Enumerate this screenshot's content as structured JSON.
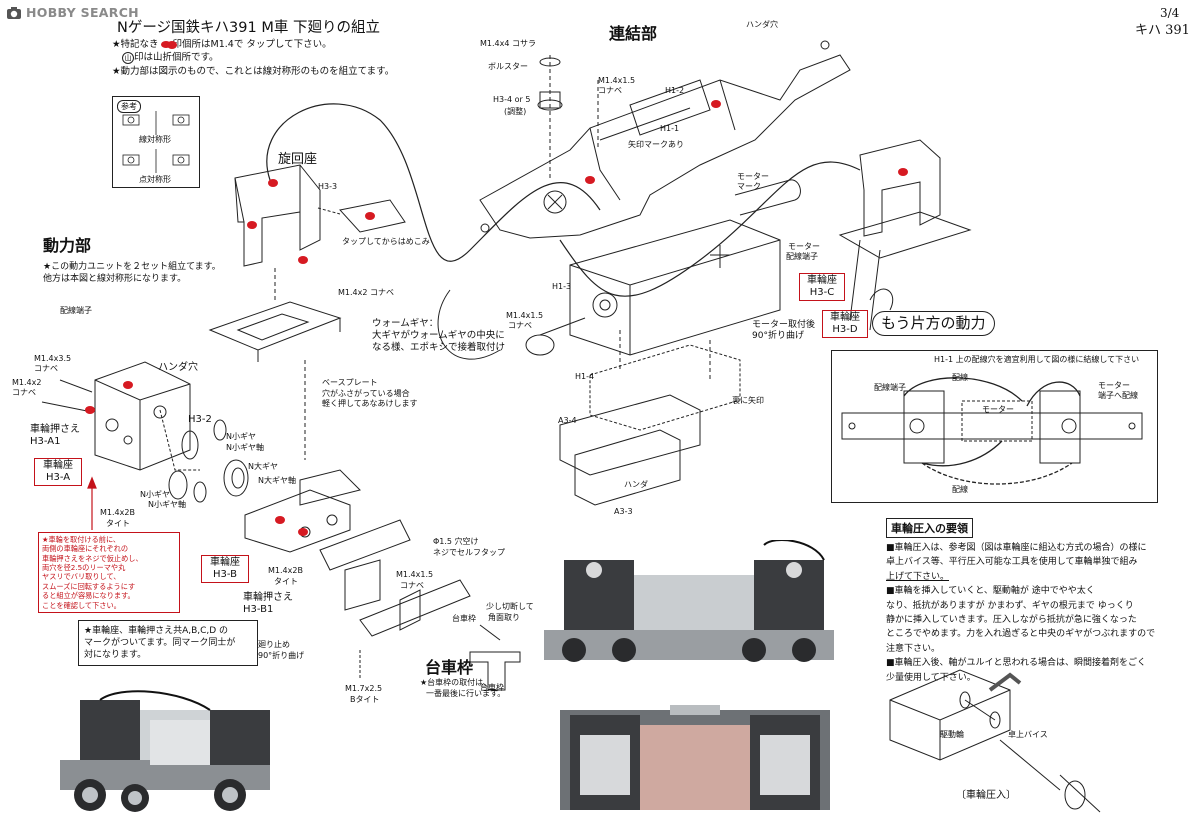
{
  "logo": {
    "text": "HOBBY SEARCH"
  },
  "page": {
    "number": "3/4",
    "model": "キハ 391"
  },
  "header": {
    "title": "Nゲージ国鉄キハ391 M車 下廻りの組立",
    "note1_a": "★特記なき",
    "note1_b": "印個所はM1.4で タップして下さい。",
    "note2": "印は山折個所です。",
    "note2_mark": "山",
    "note3": "★動力部は図示のもので、これとは線対称形のものを組立てます。"
  },
  "reference_box": {
    "tag": "参考",
    "label1": "線対称形",
    "label2": "点対称形"
  },
  "sections": {
    "rotating_seat": "旋回座",
    "power_unit": "動力部",
    "power_note1": "★この動力ユニットを２セット組立てます。",
    "power_note2": "他方は本図と線対称形になります。",
    "coupling": "連結部",
    "other_power": "もう片方の動力",
    "bogie_frame": "台車枠"
  },
  "labels": {
    "h3_3": "H3-3",
    "tap_fit": "タップしてからはめこみ",
    "m14x2_konabe": "M1.4x2 コナベ",
    "base_plate": "ベースプレート",
    "base_plate_note1": "穴がふさがっている場合",
    "base_plate_note2": "軽く押してあなあけします",
    "wiring_terminal": "配線端子",
    "m14x35": "M1.4x3.5",
    "konabe": "コナベ",
    "m14x2": "M1.4x2",
    "handa_hole": "ハンダ穴",
    "h3_2": "H3-2",
    "wheel_press": "車輪押さえ",
    "h3_a1": "H3-A1",
    "n_small_gear": "N小ギヤ",
    "n_small_gear_shaft": "N小ギヤ軸",
    "n_large_gear": "N大ギヤ",
    "n_large_gear_shaft": "N大ギヤ軸",
    "m14x28": "M1.4x2B",
    "tight": "タイト",
    "m14x28b": "M1.4x2B",
    "tight2": "タイト",
    "h3_b1": "H3-B1",
    "bend_stop": "廻り止め",
    "bend_90": "90°折り曲げ",
    "phi15": "Φ1.5 穴空け",
    "self_tap": "ネジでセルフタップ",
    "m14x15_a": "M1.4x1.5",
    "konabe_b": "コナベ",
    "bogie_frame_lbl": "台車枠",
    "cut_chamfer1": "少し切断して",
    "cut_chamfer2": "角面取り",
    "bogie_frame_lbl2": "台車枠",
    "m17x25": "M1.7x2.5",
    "b_tight": "Bタイト",
    "bogie_note1": "★台車枠の取付は、",
    "bogie_note2": "一番最後に行います。",
    "m14x4_kosara": "M1.4x4 コサラ",
    "bolster": "ボルスター",
    "h3_4": "H3-4 or 5",
    "adjust": "(調整)",
    "m14x15_b": "M1.4x1.5",
    "konabe_c": "コナベ",
    "h1_2": "H1-2",
    "h1_1": "H1-1",
    "arrow_mark": "矢印マークあり",
    "handa_hole2": "ハンダ穴",
    "motor_mark1": "モーター",
    "motor_mark2": "マーク",
    "motor_term1": "モーター",
    "motor_term2": "配線端子",
    "h1_3": "H1-3",
    "m14x15_c": "M1.4x1.5",
    "konabe_d": "コナベ",
    "worm1": "ウォームギヤ：",
    "worm2": "大ギヤがウォームギヤの中央に",
    "worm3": "なる様、エポキシで接着取付け",
    "motor_mount1": "モーター取付後",
    "motor_mount2": "90°折り曲げ",
    "h1_4": "H1-4",
    "back_arrow": "裏に矢印",
    "a3_4": "A3-4",
    "handa": "ハンダ",
    "a3_3": "A3-3",
    "h1_wiring": "H1-1 上の配線穴を適宜利用して図の様に結線して下さい",
    "wiring_term_w": "配線端子",
    "wiring": "配線",
    "motor_w": "モーター",
    "motor_term_w1": "モーター",
    "motor_term_w2": "端子へ配線",
    "wiring2": "配線",
    "pressed_wheels": "駆動輪",
    "bench_vise": "卓上バイス",
    "wheel_press_caption": "〔車輪圧入〕",
    "mark_yama": "山"
  },
  "wheel_seats": {
    "a": "車輪座\nH3-A",
    "b": "車輪座\nH3-B",
    "c": "車輪座\nH3-C",
    "d": "車輪座\nH3-D"
  },
  "red_note": "★車輪を取付ける前に、\n両側の車輪座にそれぞれの\n車輪押さえをネジで仮止めし、\n両穴を径2.5のリーマや丸\nヤスリでバリ取りして、\nスムーズに回転するようにす\nると組立が容易になります。\nことを確認して下さい。",
  "abc_note": "★車輪座、車輪押さえ共A,B,C,D の\nマークがついてます。同マーク同士が\n対になります。",
  "wheel_press_guide": {
    "title": "車輪圧入の要領",
    "p1": "■車輪圧入は、参考図（図は車輪座に組込む方式の場合）の様に",
    "p2": "卓上バイス等、平行圧入可能な工具を使用して車輪単独で組み",
    "p3": "上げて下さい。",
    "p4": "■車輪を挿入していくと、駆動軸が 途中でやや太く",
    "p5": "なり、抵抗がありますが かまわず、ギヤの根元まで ゆっくり",
    "p6": "静かに挿入していきます。圧入しながら抵抗が急に強くなった",
    "p7": "ところでやめます。力を入れ過ぎると中央のギヤがつぶれますので",
    "p8": "注意下さい。",
    "p9": "■車輪圧入後、軸がユルイと思われる場合は、瞬間接着剤をごく",
    "p10": "少量使用して下さい。"
  },
  "colors": {
    "accent_red": "#d61a22",
    "line": "#222222"
  },
  "icons": [
    "camera-logo-icon",
    "red-dot-icon",
    "mountain-fold-icon"
  ]
}
